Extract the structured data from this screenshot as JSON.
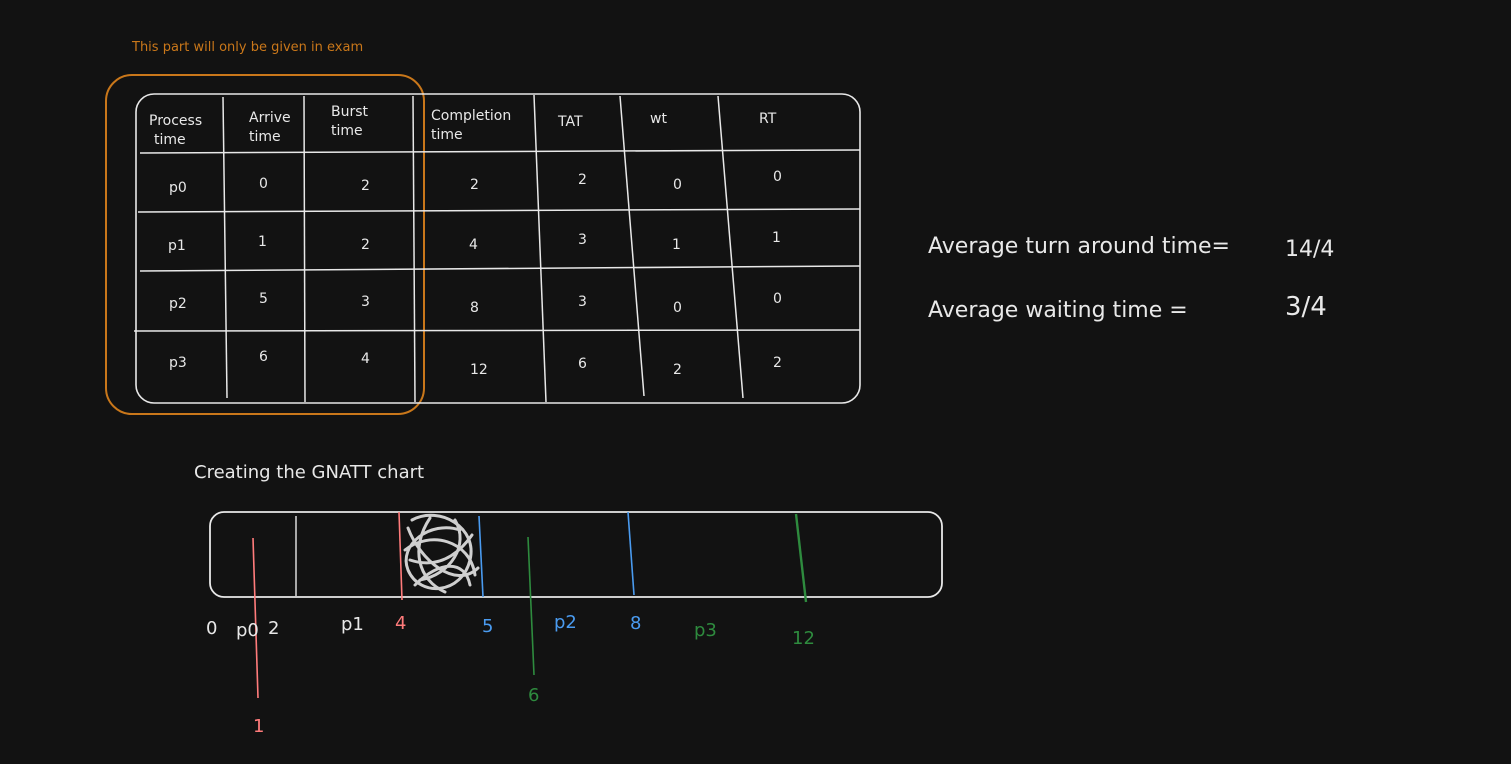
{
  "note": "This part will only be given in exam",
  "table": {
    "headers": [
      "Process time",
      "Arrive time",
      "Burst time",
      "Completion time",
      "TAT",
      "wt",
      "RT"
    ],
    "header_lines": [
      [
        "Process",
        "time"
      ],
      [
        "Arrive",
        "time"
      ],
      [
        "Burst",
        "time"
      ],
      [
        "Completion",
        "time"
      ],
      [
        "TAT"
      ],
      [
        "wt"
      ],
      [
        "RT"
      ]
    ],
    "rows": [
      [
        "p0",
        "0",
        "2",
        "2",
        "2",
        "0",
        "0"
      ],
      [
        "p1",
        "1",
        "2",
        "4",
        "3",
        "1",
        "1"
      ],
      [
        "p2",
        "5",
        "3",
        "8",
        "3",
        "0",
        "0"
      ],
      [
        "p3",
        "6",
        "4",
        "12",
        "6",
        "2",
        "2"
      ]
    ]
  },
  "averages": {
    "tat_label": "Average turn around time=",
    "tat_value": "14/4",
    "wt_label": "Average waiting time =",
    "wt_value": "3/4"
  },
  "gantt": {
    "title": "Creating the GNATT chart",
    "labels": {
      "t0": "0",
      "p0": "p0",
      "t2": "2",
      "p1": "p1",
      "t4": "4",
      "t5": "5",
      "p2": "p2",
      "t8": "8",
      "p3": "p3",
      "t12": "12",
      "t6": "6",
      "t1": "1"
    }
  },
  "colors": {
    "background": "#121212",
    "ink": "#e8e8e8",
    "orange": "#c9771a",
    "red": "#ff7b7b",
    "blue": "#4a9bf0",
    "green": "#2e8b3e",
    "scribble": "#cfcfcf"
  }
}
